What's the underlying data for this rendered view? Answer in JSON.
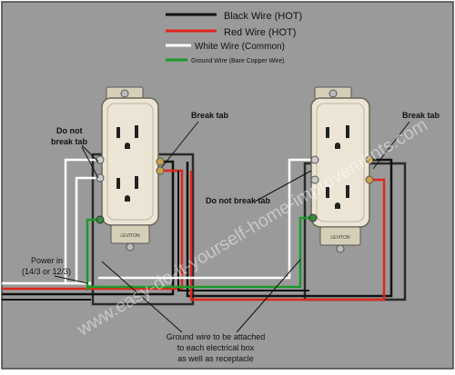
{
  "legend": {
    "items": [
      {
        "label": "Black Wire (HOT)",
        "color": "#111111"
      },
      {
        "label": "Red Wire (HOT)",
        "color": "#e0261c"
      },
      {
        "label": "White Wire (Common)",
        "color": "#ffffff"
      },
      {
        "label": "Ground Wire (Bare Copper Wire)",
        "color": "#1a9a2a"
      }
    ]
  },
  "labels": {
    "do_not_break_tab_left_line1": "Do not",
    "do_not_break_tab_left_line2": "break tab",
    "break_tab_left": "Break tab",
    "break_tab_right": "Break tab",
    "do_not_break_tab_center": "Do not break tab",
    "power_in_line1": "Power in",
    "power_in_line2": "(14/3 or 12/3)",
    "ground_note_line1": "Ground wire to be attached",
    "ground_note_line2": "to each electrical box",
    "ground_note_line3": "as well as receptacle"
  },
  "receptacle": {
    "brand_mark": "LEVITON"
  },
  "watermark": "www.easy-do-it-yourself-home-improvements.com",
  "colors": {
    "background": "#ffffff",
    "panel": "#9a9a9a",
    "box_outline": "#2a2a2a",
    "receptacle_body": "#ece5d6",
    "metal_strap": "#d6cfb8",
    "black_wire": "#111111",
    "red_wire": "#e0261c",
    "white_wire": "#ffffff",
    "ground_wire": "#1a9a2a"
  }
}
